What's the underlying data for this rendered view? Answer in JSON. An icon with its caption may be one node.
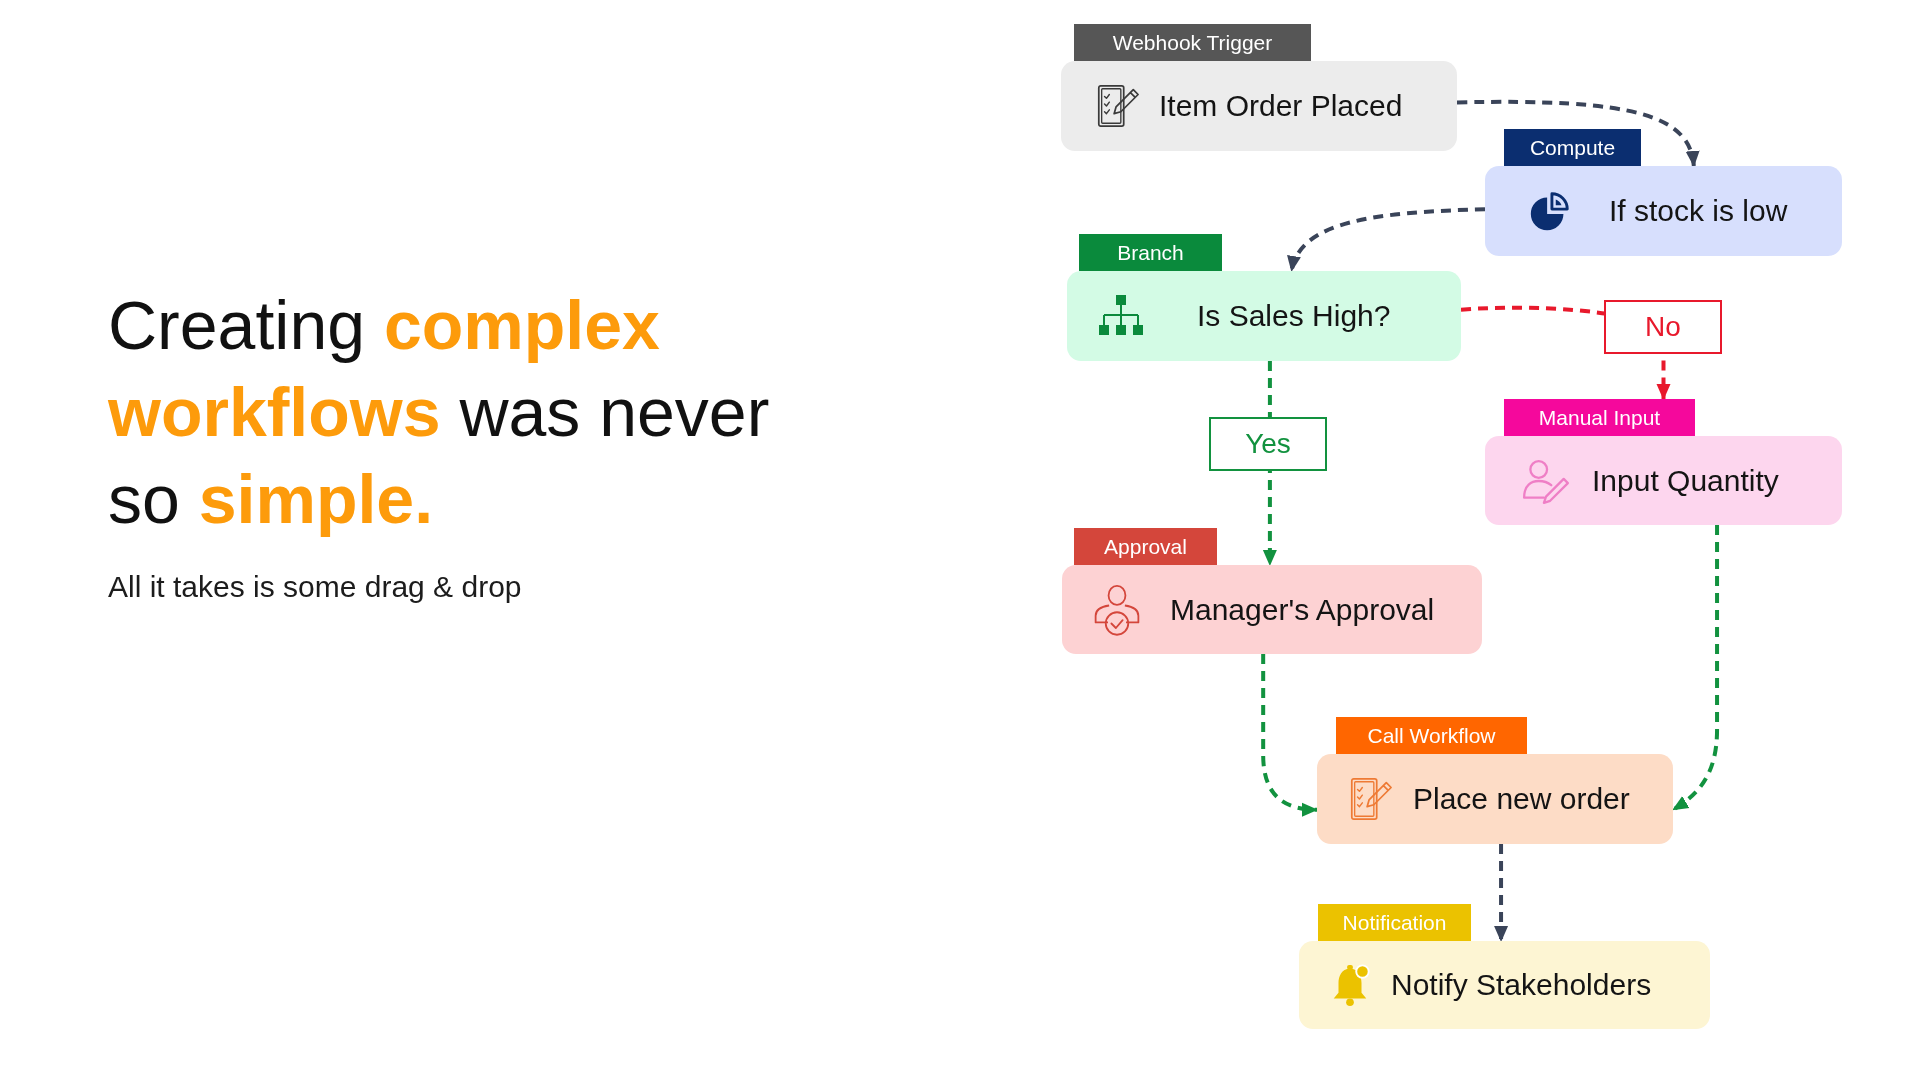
{
  "diagram": {
    "title": "Creating **complex workflows** was never so **simple.**",
    "nodes": [
      {
        "text": [
          "Webhook Trigger",
          "Item Order Placed"
        ]
      },
      {
        "text": [
          "Compute",
          "If stock is low"
        ]
      },
      {
        "text": [
          "Branch",
          "Is Sales High?"
        ]
      },
      {
        "text": [
          "Manual Input",
          "Input Quantity"
        ]
      },
      {
        "text": [
          "Approval",
          "Manager's Approval"
        ]
      },
      {
        "text": [
          "Call Workflow",
          "Place new order"
        ]
      },
      {
        "text": [
          "Notification",
          "Notify Stakeholders"
        ]
      }
    ],
    "edges": [
      {
        "from": 0,
        "to": 1,
        "arrow": "to",
        "style": "dashed"
      },
      {
        "from": 1,
        "to": 2,
        "arrow": "to",
        "style": "dashed"
      },
      {
        "from": 2,
        "to": 3,
        "arrow": "to",
        "label": "No",
        "style": "dashed",
        "color": "#e8192c"
      },
      {
        "from": 2,
        "to": 4,
        "arrow": "to",
        "label": "Yes",
        "style": "dashed",
        "color": "#12923f"
      },
      {
        "from": 4,
        "to": 5,
        "arrow": "to",
        "style": "dashed",
        "color": "#12923f"
      },
      {
        "from": 3,
        "to": 5,
        "arrow": "to",
        "style": "dashed",
        "color": "#12923f"
      },
      {
        "from": 5,
        "to": 6,
        "arrow": "to",
        "style": "dashed"
      }
    ],
    "labels": [
      "All it takes is some drag & drop"
    ]
  }
}
